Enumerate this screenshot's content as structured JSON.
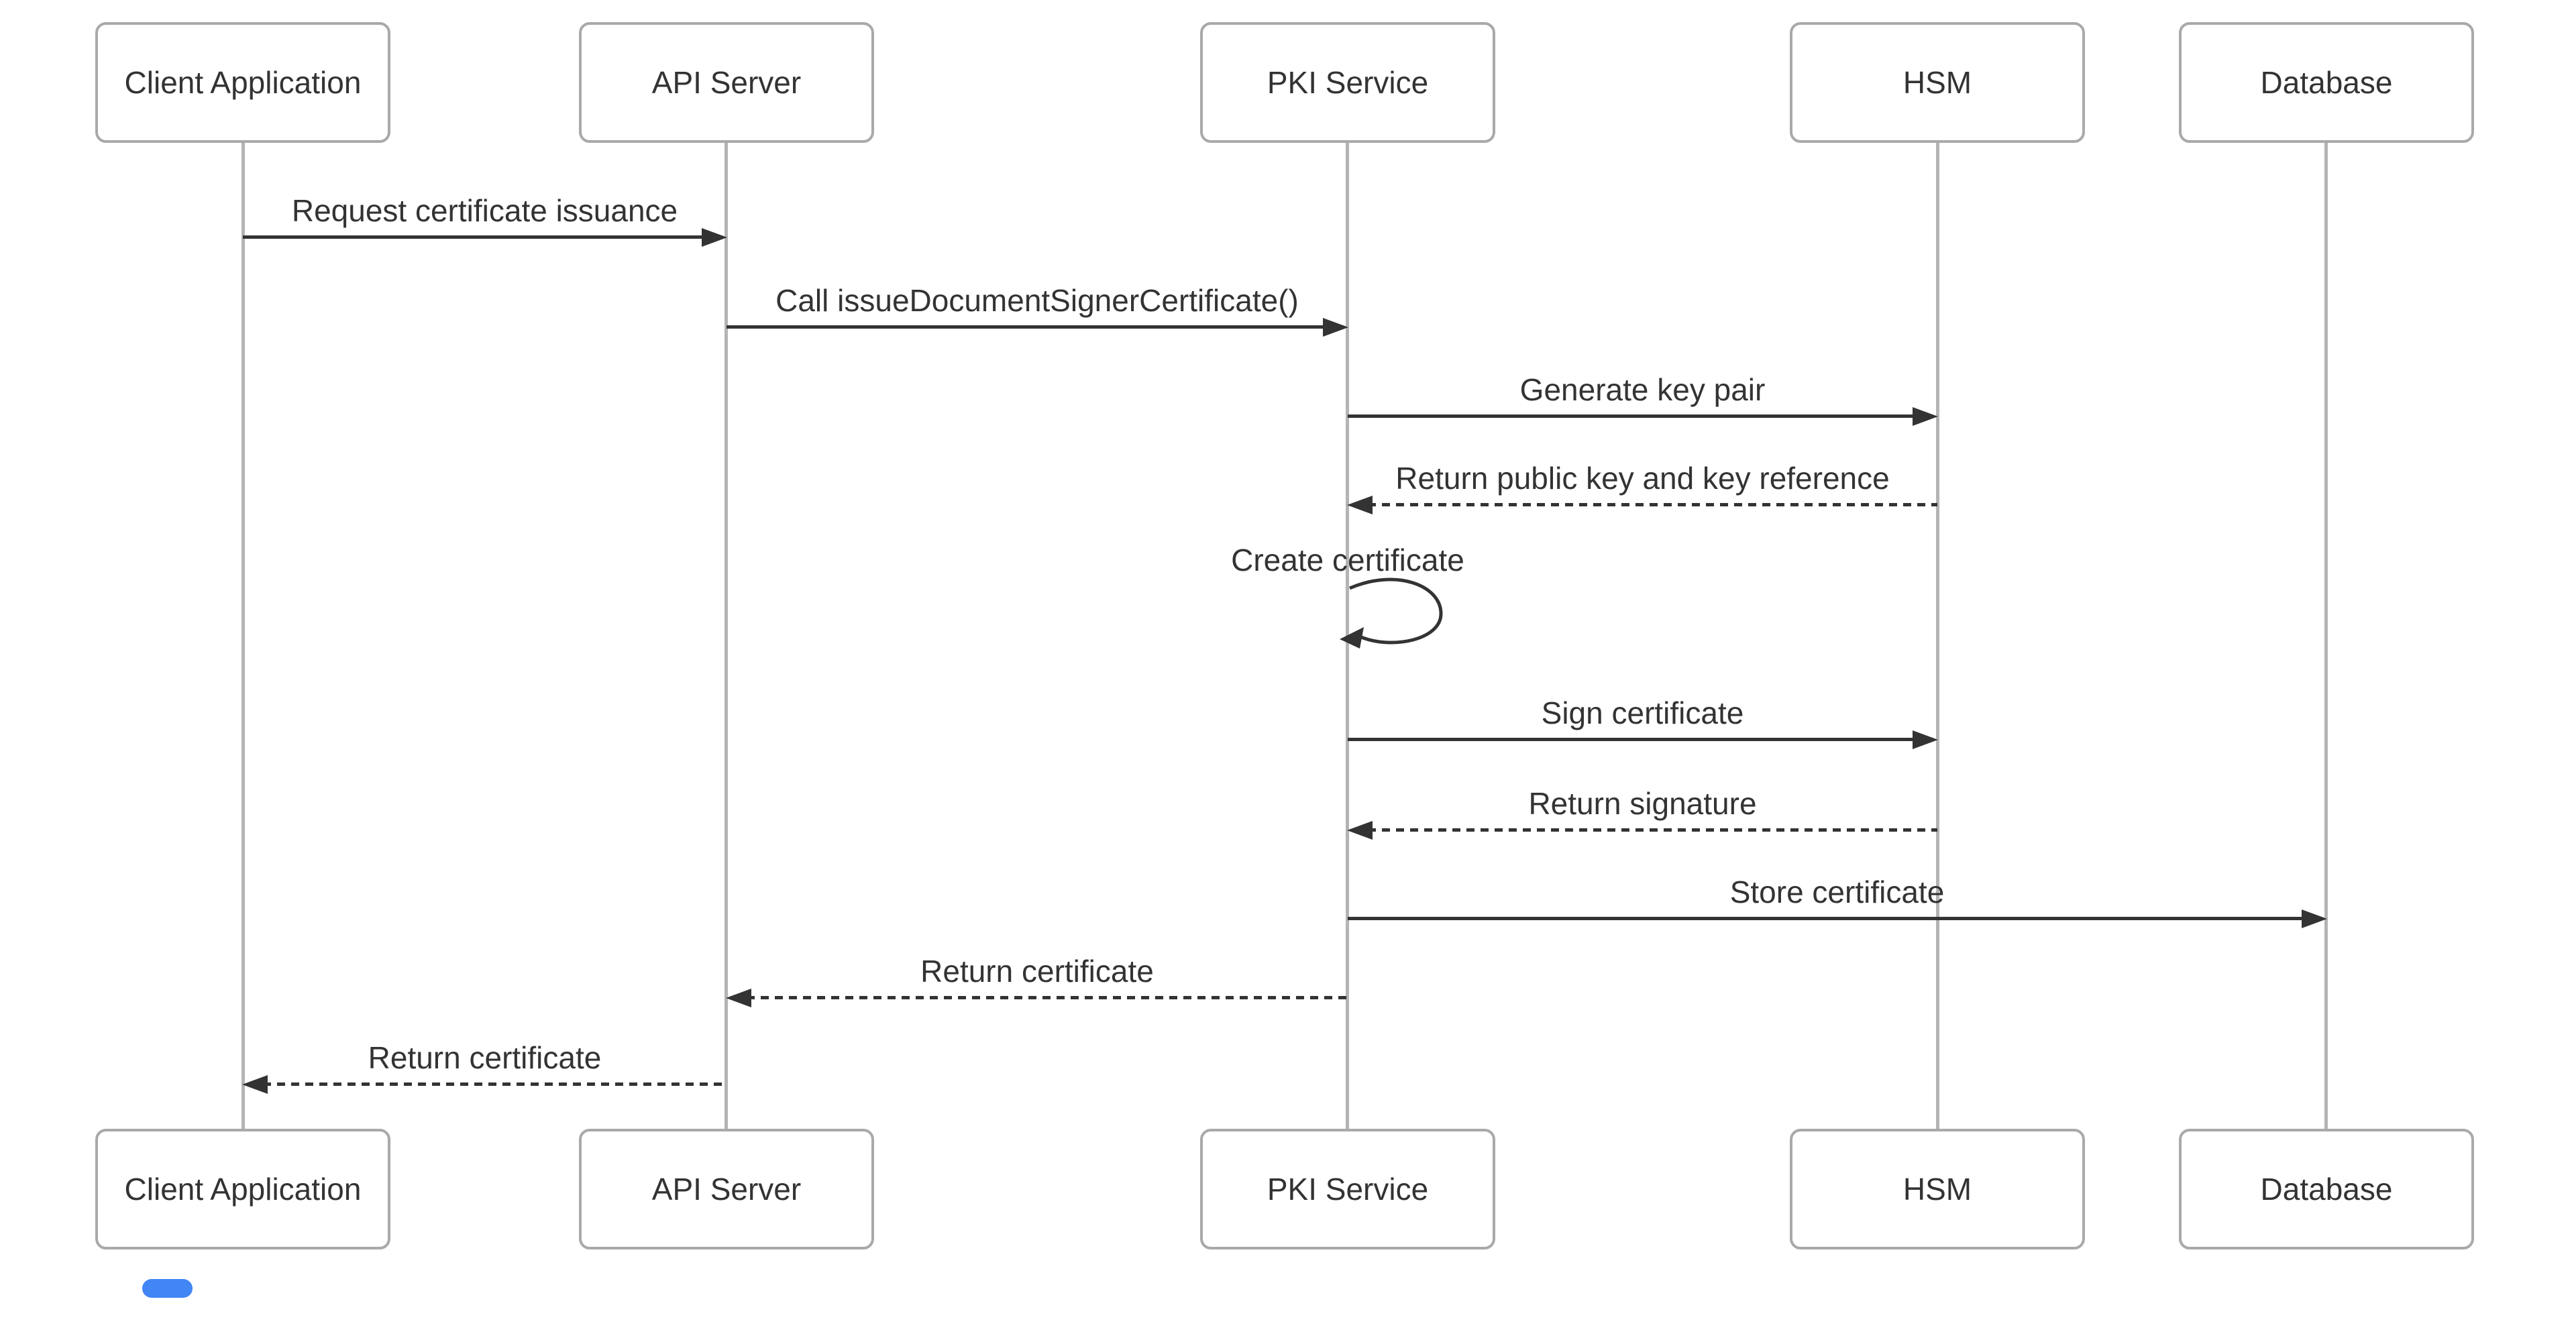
{
  "diagram": {
    "type": "sequence",
    "actors": [
      {
        "id": "client-application",
        "label": "Client Application"
      },
      {
        "id": "api-server",
        "label": "API Server"
      },
      {
        "id": "pki-service",
        "label": "PKI Service"
      },
      {
        "id": "hsm",
        "label": "HSM"
      },
      {
        "id": "database",
        "label": "Database"
      }
    ],
    "messages": [
      {
        "from": "Client Application",
        "to": "API Server",
        "label": "Request certificate issuance",
        "line": "solid",
        "direction": "right"
      },
      {
        "from": "API Server",
        "to": "PKI Service",
        "label": "Call issueDocumentSignerCertificate()",
        "line": "solid",
        "direction": "right"
      },
      {
        "from": "PKI Service",
        "to": "HSM",
        "label": "Generate key pair",
        "line": "solid",
        "direction": "right"
      },
      {
        "from": "HSM",
        "to": "PKI Service",
        "label": "Return public key and key reference",
        "line": "dashed",
        "direction": "left"
      },
      {
        "from": "PKI Service",
        "to": "PKI Service",
        "label": "Create certificate",
        "line": "solid",
        "direction": "self"
      },
      {
        "from": "PKI Service",
        "to": "HSM",
        "label": "Sign certificate",
        "line": "solid",
        "direction": "right"
      },
      {
        "from": "HSM",
        "to": "PKI Service",
        "label": "Return signature",
        "line": "dashed",
        "direction": "left"
      },
      {
        "from": "PKI Service",
        "to": "Database",
        "label": "Store certificate",
        "line": "solid",
        "direction": "right"
      },
      {
        "from": "PKI Service",
        "to": "API Server",
        "label": "Return certificate",
        "line": "dashed",
        "direction": "left"
      },
      {
        "from": "API Server",
        "to": "Client Application",
        "label": "Return certificate",
        "line": "dashed",
        "direction": "left"
      }
    ],
    "colors": {
      "background": "#ffffff",
      "text": "#333333",
      "arrow": "#333333",
      "actor_border": "#a9a9a9",
      "actor_fill": "#ffffff",
      "lifeline": "#b4b4b4",
      "scroll_thumb": "#4285f4"
    }
  }
}
